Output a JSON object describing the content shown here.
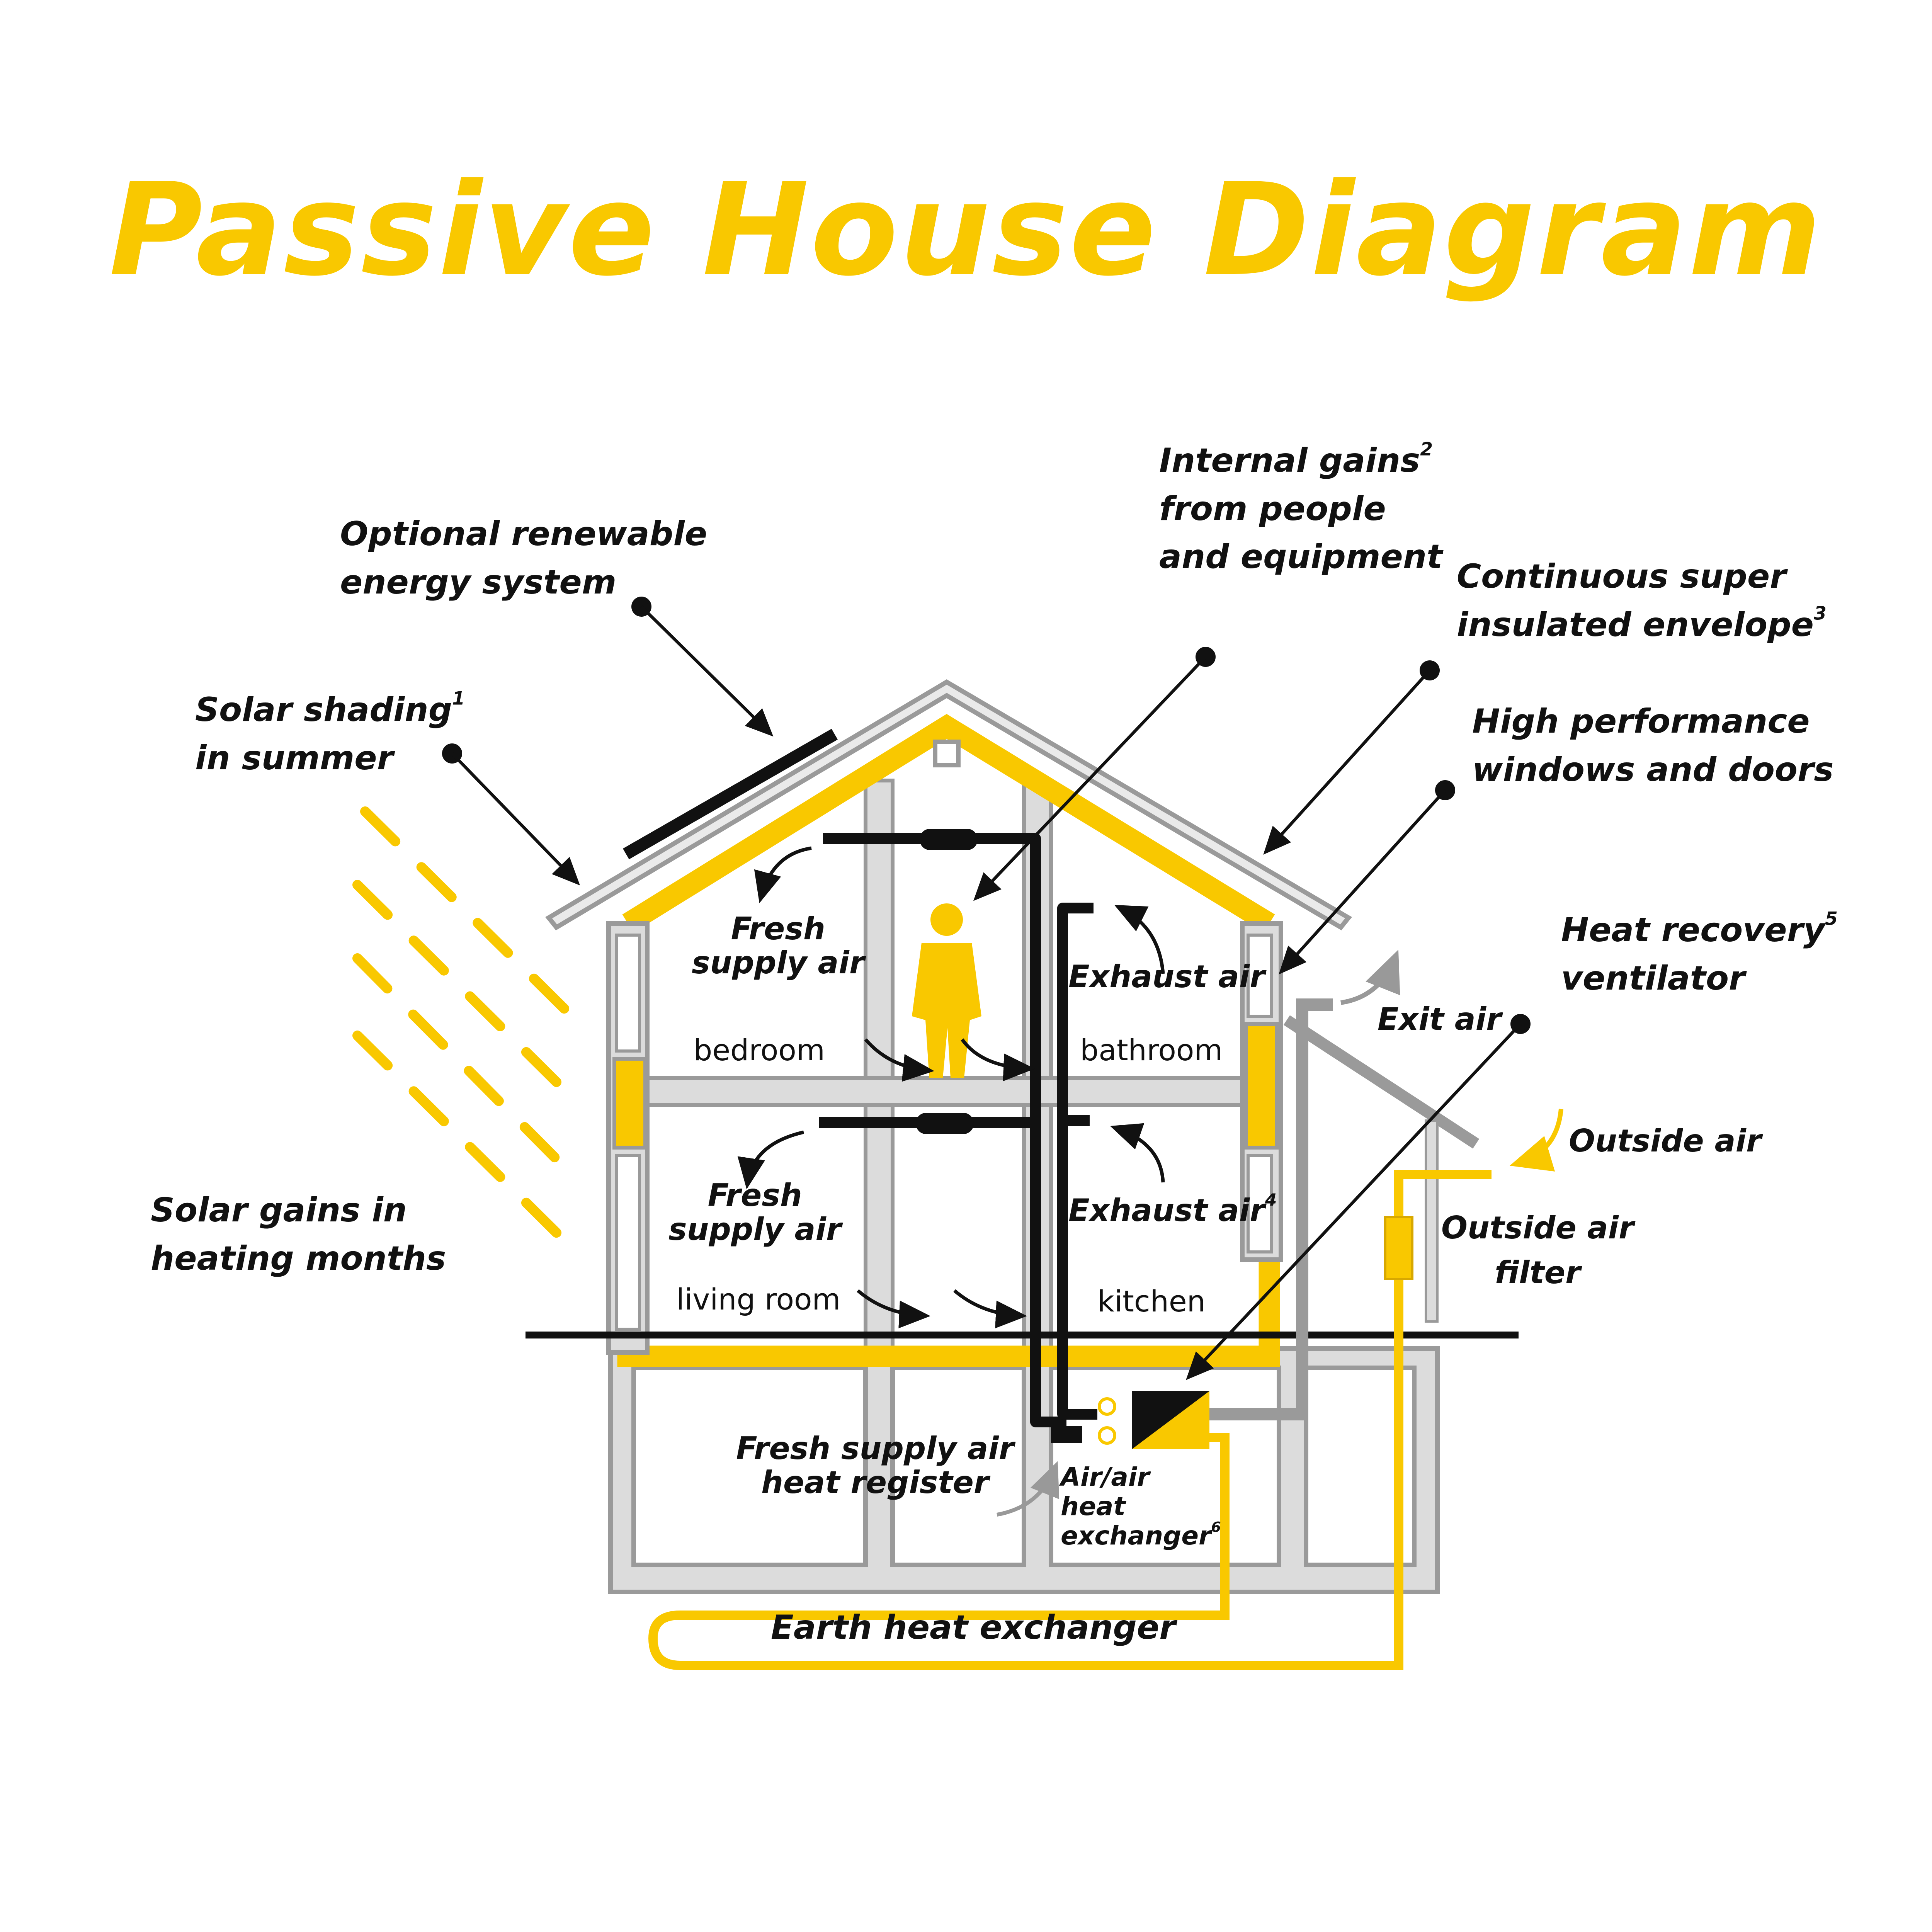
{
  "title": "Passive House Diagram",
  "colors": {
    "accent": "#f9c800",
    "structure_gray": "#9a9a9a",
    "structure_fill": "#dcdcdc",
    "duct": "#111111",
    "exit_air": "#999999"
  },
  "labels": {
    "renewable_l1": "Optional renewable",
    "renewable_l2": "energy system",
    "internal_l1": "Internal gains",
    "internal_sup": "2",
    "internal_l2": "from people",
    "internal_l3": "and equipment",
    "envelope_l1": "Continuous super",
    "envelope_l2": "insulated envelope",
    "envelope_sup": "3",
    "shading_l1": "Solar shading",
    "shading_sup": "1",
    "shading_l2": "in summer",
    "windows_l1": "High performance",
    "windows_l2": "windows and doors",
    "hrv_l1": "Heat recovery",
    "hrv_sup": "5",
    "hrv_l2": "ventilator",
    "exit_air": "Exit air",
    "outside_air": "Outside air",
    "filter_l1": "Outside air",
    "filter_l2": "filter",
    "solar_gains_l1": "Solar gains in",
    "solar_gains_l2": "heating months",
    "fresh_up_l1": "Fresh",
    "fresh_up_l2": "supply air",
    "fresh_down_l1": "Fresh",
    "fresh_down_l2": "supply air",
    "exhaust_up": "Exhaust air",
    "exhaust_down": "Exhaust air",
    "exhaust_down_sup": "4",
    "register_l1": "Fresh supply air",
    "register_l2": "heat register",
    "exchanger_l1": "Air/air",
    "exchanger_l2": "heat",
    "exchanger_l3": "exchanger",
    "exchanger_sup": "6",
    "earth": "Earth heat exchanger"
  },
  "rooms": {
    "bedroom": "bedroom",
    "bathroom": "bathroom",
    "living_room": "living room",
    "kitchen": "kitchen"
  }
}
